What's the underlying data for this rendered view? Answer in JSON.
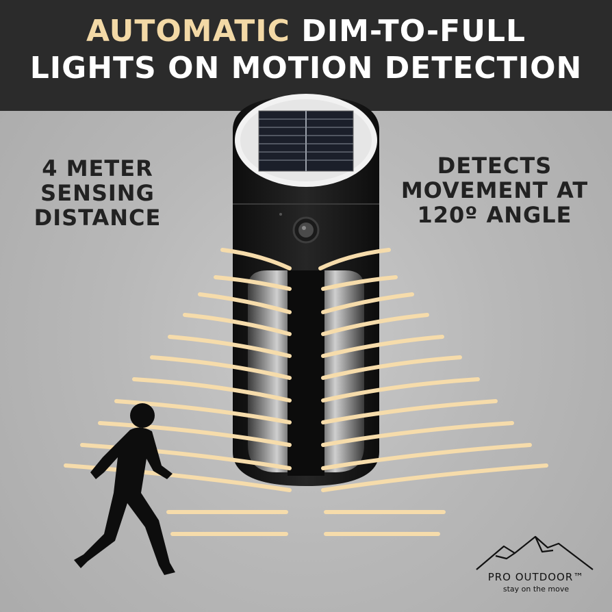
{
  "header": {
    "line1_accent": "AUTOMATIC",
    "line1_rest": " DIM-TO-FULL",
    "line2": "LIGHTS ON MOTION DETECTION"
  },
  "left_feature": {
    "line1": "4 METER",
    "line2": "SENSING",
    "line3": "DISTANCE"
  },
  "right_feature": {
    "line1": "DETECTS",
    "line2": "MOVEMENT AT",
    "line3": "120º ANGLE"
  },
  "brand": {
    "name": "PRO OUTDOOR™",
    "tagline": "stay on the move"
  },
  "colors": {
    "header_bg": "#2b2b2b",
    "accent": "#f3d9a6",
    "wave": "#f6dcab",
    "text_dark": "#222222"
  },
  "icons": [
    "solar-light-device",
    "pir-sensor-icon",
    "runner-silhouette-icon",
    "mountain-logo-icon",
    "motion-wave-icon"
  ]
}
